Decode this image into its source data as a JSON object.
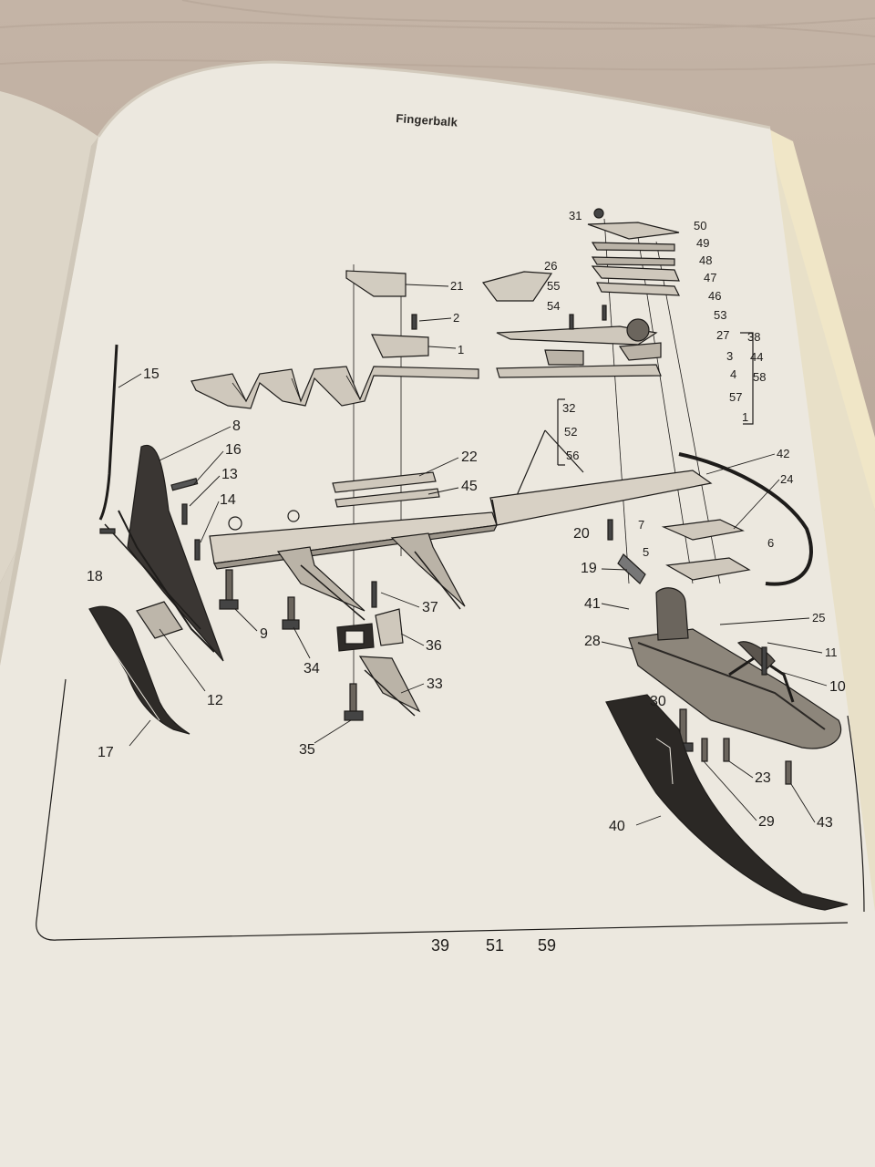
{
  "page": {
    "title": "Fingerbalk",
    "footer_refs": [
      "39",
      "51",
      "59"
    ]
  },
  "callouts": {
    "left": [
      "15",
      "8",
      "16",
      "13",
      "14",
      "18",
      "12",
      "17",
      "9"
    ],
    "center": [
      "21",
      "2",
      "1",
      "22",
      "45",
      "37",
      "36",
      "33",
      "34",
      "35"
    ],
    "right_top": [
      "31",
      "50",
      "49",
      "48",
      "47",
      "46",
      "26",
      "55",
      "54",
      "53",
      "27",
      "38",
      "44",
      "58",
      "3",
      "4",
      "57",
      "1"
    ],
    "bracket_group": [
      "32",
      "52",
      "56"
    ],
    "right_bottom": [
      "42",
      "24",
      "20",
      "7",
      "5",
      "6",
      "19",
      "41",
      "25",
      "28",
      "11",
      "10",
      "30",
      "23",
      "29",
      "43",
      "40"
    ]
  },
  "colors": {
    "paper": "#ece8df",
    "ink": "#1e1c1a",
    "table": "#b9a99b"
  }
}
